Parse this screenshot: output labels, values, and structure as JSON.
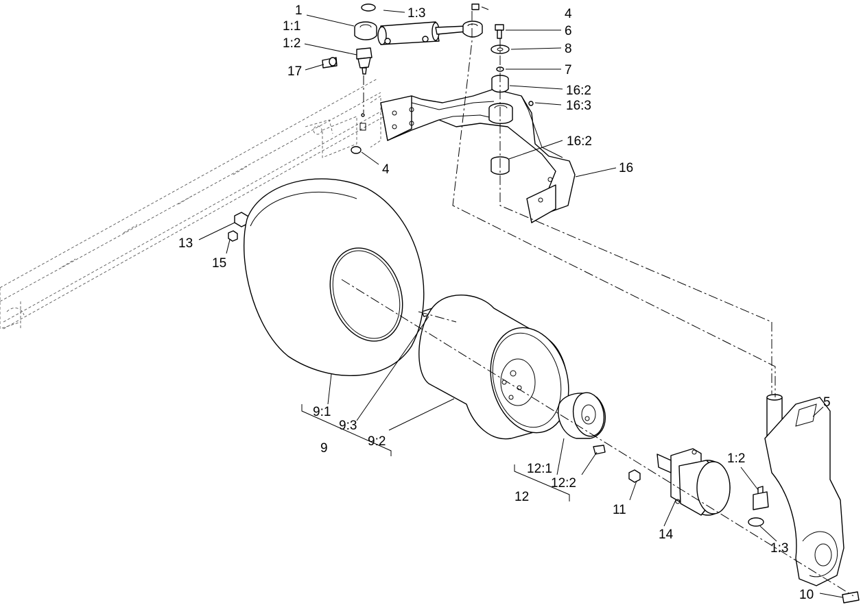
{
  "labels": {
    "c1": "1",
    "c1_1": "1:1",
    "c1_2_top": "1:2",
    "c1_3_top": "1:3",
    "c4_top": "4",
    "c6": "6",
    "c8": "8",
    "c7": "7",
    "c16_2_top": "16:2",
    "c16_3": "16:3",
    "c16_2_mid": "16:2",
    "c16": "16",
    "c17": "17",
    "c4_mid": "4",
    "c13": "13",
    "c15": "15",
    "c9_1": "9:1",
    "c9_3": "9:3",
    "c9_2": "9:2",
    "c9": "9",
    "c12_1": "12:1",
    "c12_2": "12:2",
    "c12": "12",
    "c11": "11",
    "c14": "14",
    "c5": "5",
    "c1_2_bot": "1:2",
    "c1_3_bot": "1:3",
    "c10": "10"
  }
}
